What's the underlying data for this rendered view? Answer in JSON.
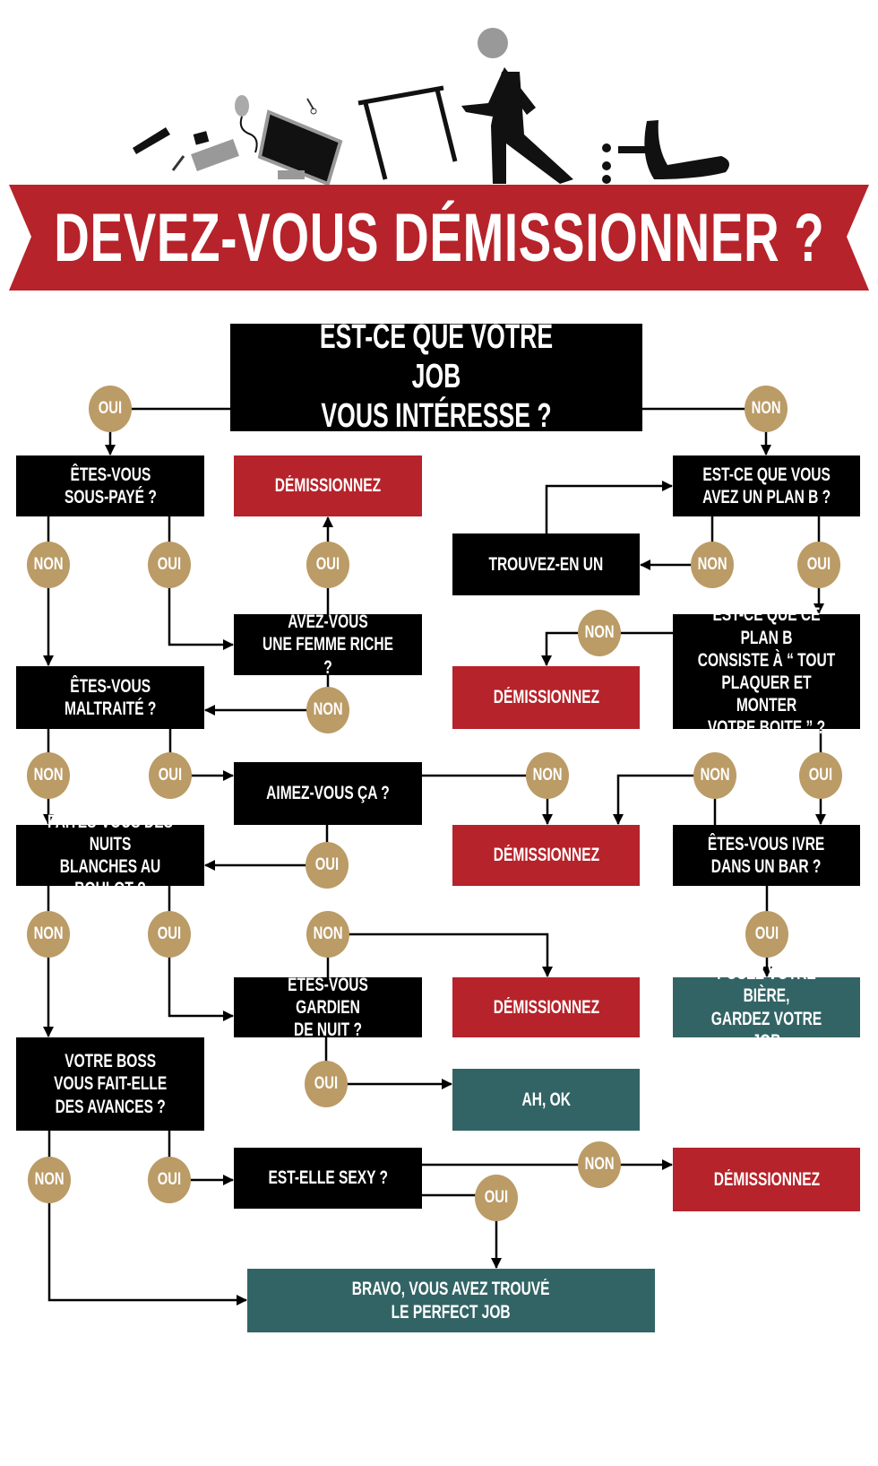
{
  "title": "DEVEZ-VOUS DÉMISSIONNER ?",
  "colors": {
    "question": "#000000",
    "quit": "#b6232a",
    "end": "#336465",
    "badge": "#bb9b66"
  },
  "nodes": {
    "job_interesting": "EST-CE QUE VOTRE JOB\nVOUS INTÉRESSE ?",
    "underpaid": "ÊTES-VOUS\nSOUS-PAYÉ ?",
    "quit_1": "DÉMISSIONNEZ",
    "plan_b": "EST-CE QUE VOUS\nAVEZ UN PLAN B ?",
    "find_one": "TROUVEZ-EN UN",
    "rich_wife": "AVEZ-VOUS\nUNE FEMME RICHE ?",
    "plan_b_startup": "EST-CE QUE CE PLAN B\nCONSISTE À “ TOUT\nPLAQUER ET MONTER\nVOTRE BOITE ” ?",
    "quit_2": "DÉMISSIONNEZ",
    "mistreated": "ÊTES-VOUS\nMALTRAITÉ ?",
    "like_it": "AIMEZ-VOUS ÇA ?",
    "quit_3": "DÉMISSIONNEZ",
    "all_nighters": "FAITES-VOUS DES NUITS\nBLANCHES AU BOULOT ?",
    "drunk_bar": "ÊTES-VOUS IVRE\nDANS UN BAR ?",
    "night_guard": "ÊTES-VOUS GARDIEN\nDE NUIT ?",
    "quit_4": "DÉMISSIONNEZ",
    "put_beer": "POSEZ VOTRE BIÈRE,\nGARDEZ VOTRE JOB",
    "boss_advances": "VOTRE BOSS\nVOUS FAIT-ELLE\nDES AVANCES ?",
    "ah_ok": "AH, OK",
    "is_sexy": "EST-ELLE SEXY ?",
    "quit_5": "DÉMISSIONNEZ",
    "perfect_job": "BRAVO, VOUS AVEZ TROUVÉ\nLE PERFECT JOB"
  },
  "branches": [
    "OUI",
    "NON",
    "NON",
    "OUI",
    "OUI",
    "NON",
    "OUI",
    "NON",
    "NON",
    "NON",
    "OUI",
    "NON",
    "NON",
    "OUI",
    "OUI",
    "NON",
    "OUI",
    "NON",
    "OUI",
    "OUI",
    "NON",
    "OUI",
    "NON",
    "OUI"
  ]
}
